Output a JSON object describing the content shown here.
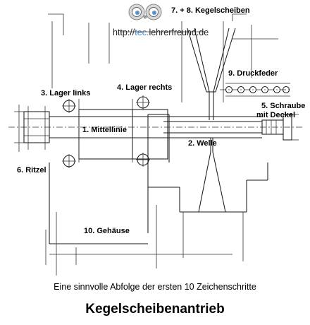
{
  "logo": {
    "url_prefix": "http://",
    "url_accent": "tec.",
    "url_suffix": "lehrerfreund.de",
    "accent_color": "#4a86c8"
  },
  "labels": {
    "step1": "1. Mittellinie",
    "step2": "2. Welle",
    "step3": "3. Lager links",
    "step4": "4. Lager rechts",
    "step5_line1": "5. Schraube",
    "step5_line2": "mit Deckel",
    "step6": "6. Ritzel",
    "step78": "7. + 8. Kegelscheiben",
    "step9": "9. Druckfeder",
    "step10": "10. Gehäuse"
  },
  "caption": "Eine sinnvolle Abfolge der ersten 10 Zeichenschritte",
  "title": "Kegelscheibenantrieb"
}
